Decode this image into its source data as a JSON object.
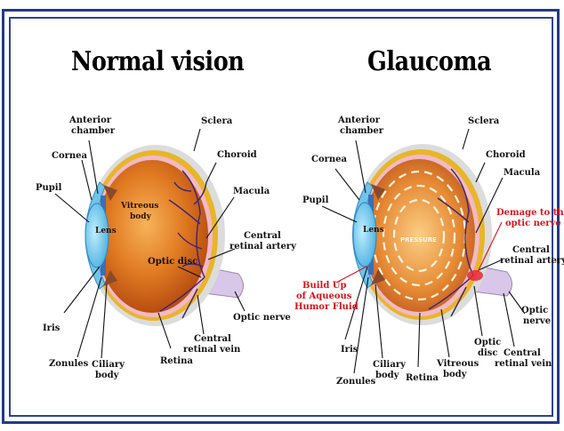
{
  "panels": [
    {
      "title": "Normal vision",
      "labels": {
        "anterior_chamber": [
          "Anterior",
          "chamber"
        ],
        "cornea": "Cornea",
        "pupil": "Pupil",
        "lens": "Lens",
        "iris": "Iris",
        "zonules": "Zonules",
        "ciliary_body": [
          "Ciliary",
          "body"
        ],
        "sclera": "Sclera",
        "choroid": "Choroid",
        "vitreous_body": [
          "Vitreous",
          "body"
        ],
        "macula": "Macula",
        "central_retinal_artery": [
          "Central",
          "retinal artery"
        ],
        "optic_disc": "Optic disc",
        "optic_nerve": "Optic nerve",
        "central_retinal_vein": [
          "Central",
          "retinal vein"
        ],
        "retina": "Retina"
      }
    },
    {
      "title": "Glaucoma",
      "labels": {
        "anterior_chamber": [
          "Anterior",
          "chamber"
        ],
        "cornea": "Cornea",
        "pupil": "Pupil",
        "lens": "Lens",
        "pressure": "PRESSURE",
        "build_up": [
          "Build Up",
          "of Aqueous",
          "Humor Fluid"
        ],
        "iris": "Iris",
        "zonules": "Zonules",
        "ciliary_body": [
          "Ciliary",
          "body"
        ],
        "retina": "Retina",
        "vitreous_body": [
          "Vitreous",
          "body"
        ],
        "optic_disc": [
          "Optic",
          "disc"
        ],
        "central_retinal_vein": [
          "Central",
          "retinal vein"
        ],
        "sclera": "Sclera",
        "choroid": "Choroid",
        "macula": "Macula",
        "damage": [
          "Demage to the",
          "optic nerve"
        ],
        "central_retinal_artery": [
          "Central",
          "retinal artery"
        ],
        "optic_nerve": [
          "Optic",
          "nerve"
        ]
      }
    }
  ],
  "colors": {
    "frame": "#243a86",
    "vitreous": "#d9681a",
    "choroid_band": "#e8b52a",
    "sclera": "#dcdcdc",
    "lens": "#7fd2f0",
    "vessels": "#3a2476",
    "alert_red": "#d8131c"
  }
}
